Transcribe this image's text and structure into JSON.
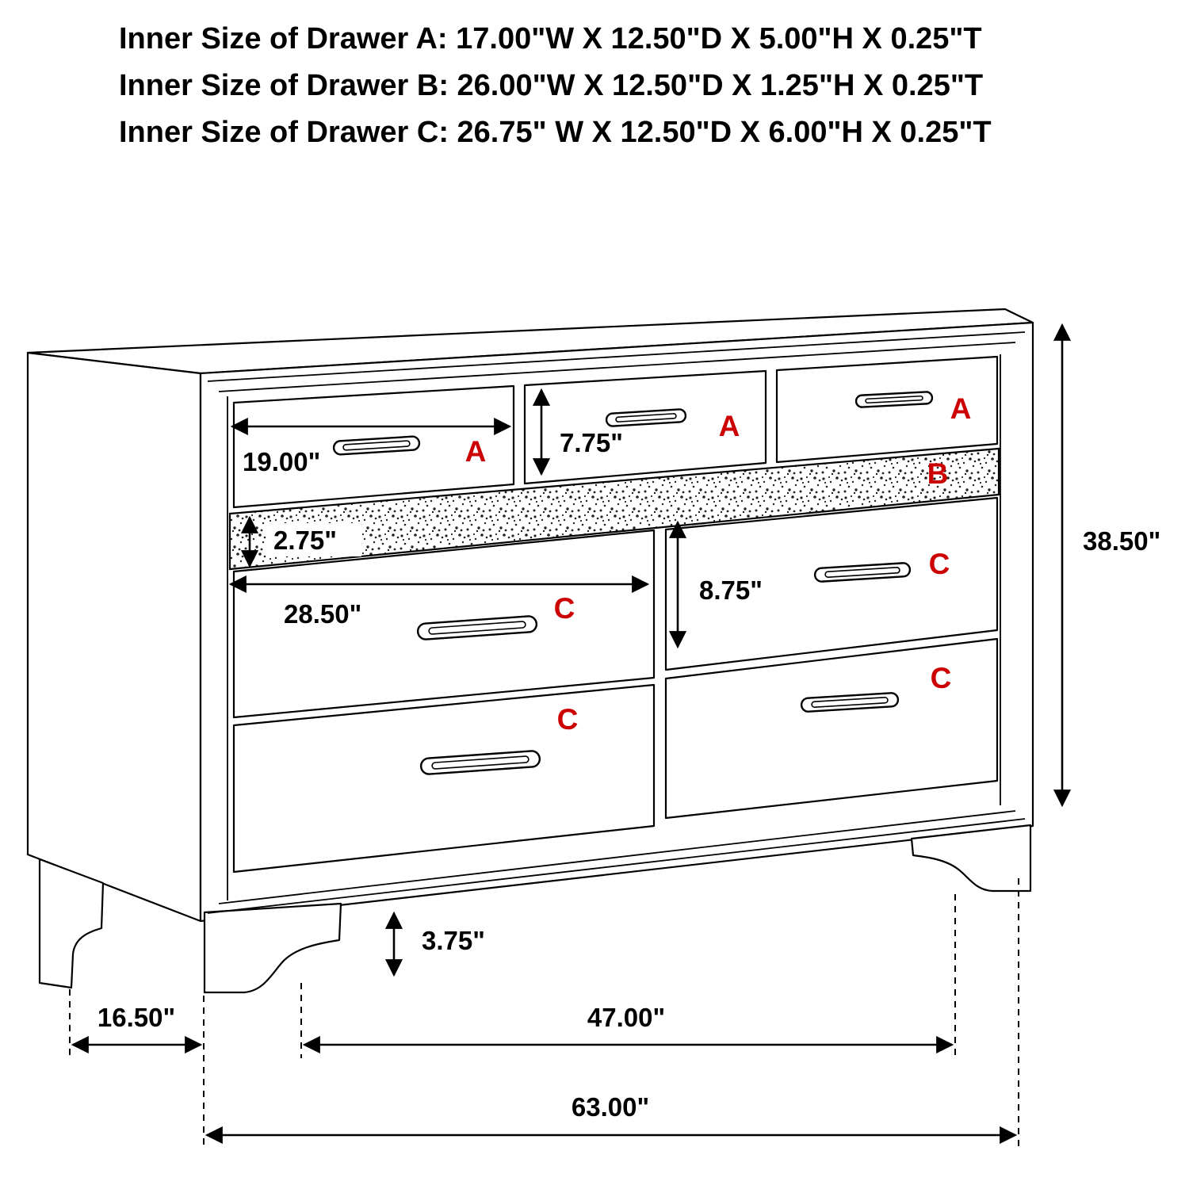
{
  "header": {
    "line1": "Inner Size of Drawer A: 17.00\"W X 12.50\"D X 5.00\"H X 0.25\"T",
    "line2": "Inner Size of Drawer B: 26.00\"W X 12.50\"D X 1.25\"H X 0.25\"T",
    "line3": "Inner Size of Drawer C: 26.75\" W X 12.50\"D X 6.00\"H X 0.25\"T"
  },
  "labels": {
    "a1": "A",
    "a2": "A",
    "a3": "A",
    "b": "B",
    "c_upper_left": "C",
    "c_upper_right": "C",
    "c_lower_left": "C",
    "c_lower_right": "C"
  },
  "dimensions": {
    "drawer_a_width": "19.00\"",
    "drawer_a_height": "7.75\"",
    "jewelry_band_height": "2.75\"",
    "drawer_c_width": "28.50\"",
    "drawer_c_height": "8.75\"",
    "overall_height": "38.50\"",
    "foot_height": "3.75\"",
    "depth": "16.50\"",
    "feet_spacing": "47.00\"",
    "overall_width": "63.00\""
  },
  "colors": {
    "label_red": "#cc0000",
    "line_black": "#000000",
    "background": "#ffffff"
  }
}
